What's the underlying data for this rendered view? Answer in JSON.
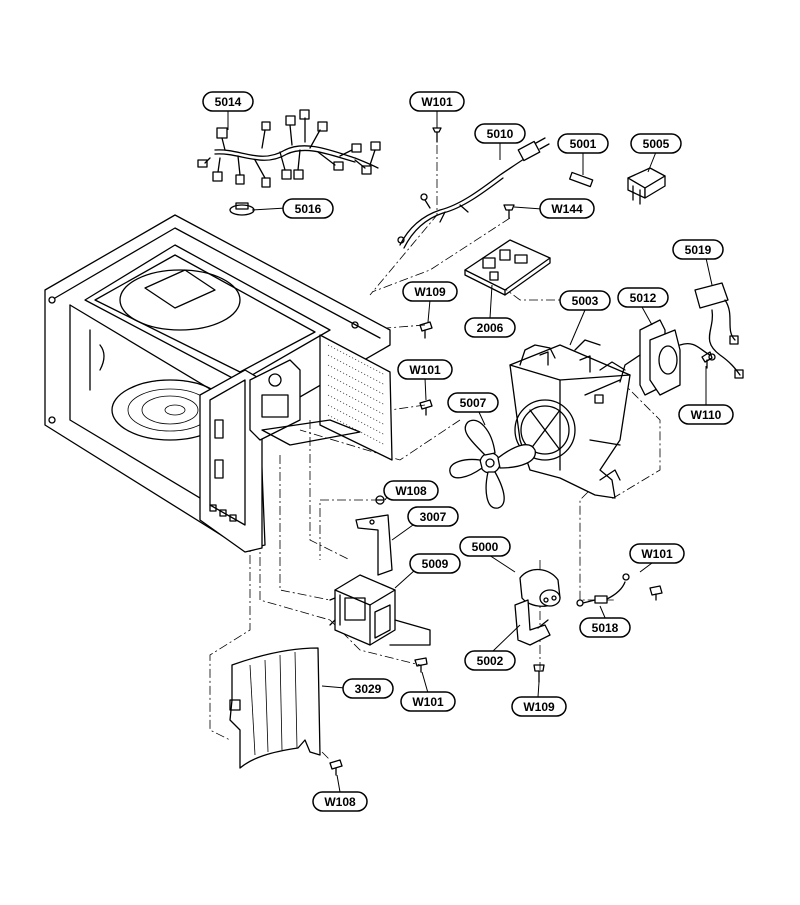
{
  "callouts": [
    {
      "id": "c5014",
      "label": "5014"
    },
    {
      "id": "c5016",
      "label": "5016"
    },
    {
      "id": "cW101a",
      "label": "W101"
    },
    {
      "id": "c5010",
      "label": "5010"
    },
    {
      "id": "c5001",
      "label": "5001"
    },
    {
      "id": "c5005",
      "label": "5005"
    },
    {
      "id": "cW144",
      "label": "W144"
    },
    {
      "id": "c5019",
      "label": "5019"
    },
    {
      "id": "cW109a",
      "label": "W109"
    },
    {
      "id": "c2006",
      "label": "2006"
    },
    {
      "id": "c5003",
      "label": "5003"
    },
    {
      "id": "c5012",
      "label": "5012"
    },
    {
      "id": "cW101b",
      "label": "W101"
    },
    {
      "id": "c5007",
      "label": "5007"
    },
    {
      "id": "cW110",
      "label": "W110"
    },
    {
      "id": "cW108a",
      "label": "W108"
    },
    {
      "id": "c3007",
      "label": "3007"
    },
    {
      "id": "c5000",
      "label": "5000"
    },
    {
      "id": "cW101c",
      "label": "W101"
    },
    {
      "id": "c5009",
      "label": "5009"
    },
    {
      "id": "c5018",
      "label": "5018"
    },
    {
      "id": "c5002",
      "label": "5002"
    },
    {
      "id": "c3029",
      "label": "3029"
    },
    {
      "id": "cW101d",
      "label": "W101"
    },
    {
      "id": "cW109b",
      "label": "W109"
    },
    {
      "id": "cW108b",
      "label": "W108"
    }
  ]
}
